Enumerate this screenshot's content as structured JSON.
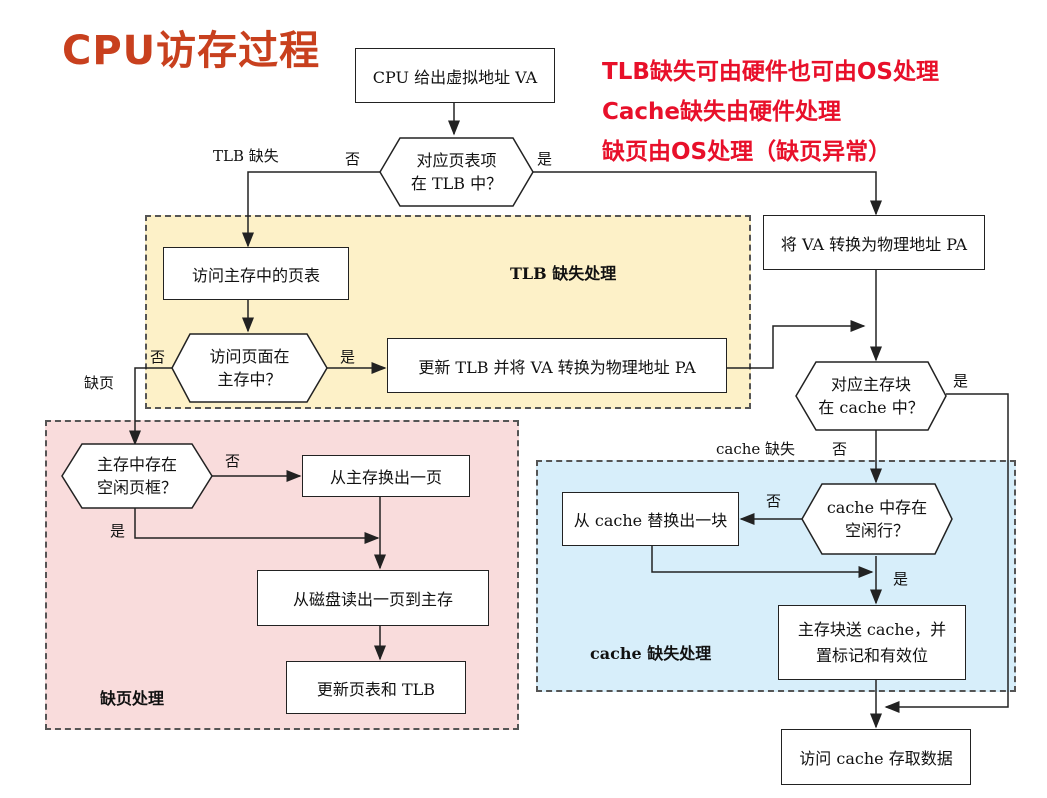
{
  "title": "CPU访存过程",
  "notes": [
    "TLB缺失可由硬件也可由OS处理",
    "Cache缺失由硬件处理",
    "缺页由OS处理（缺页异常）"
  ],
  "colors": {
    "title": "#c8401e",
    "notes": "#e8102a",
    "tlb_region": "#fdf1c8",
    "page_fault_region": "#f9dcdc",
    "cache_region": "#d7eefa"
  },
  "nodes": {
    "start": "CPU 给出虚拟地址 VA",
    "tlb_hit_q": [
      "对应页表项",
      "在 TLB 中？"
    ],
    "va_to_pa": "将 VA 转换为物理地址 PA",
    "access_page_table": "访问主存中的页表",
    "page_in_mem_q": [
      "访问页面在",
      "主存中？"
    ],
    "update_tlb": "更新 TLB 并将 VA 转换为物理地址 PA",
    "free_frame_q": [
      "主存中存在",
      "空闲页框？"
    ],
    "swap_out_page": "从主存换出一页",
    "read_page_from_disk": "从磁盘读出一页到主存",
    "update_pt_tlb": "更新页表和 TLB",
    "cache_hit_q": [
      "对应主存块",
      "在 cache 中？"
    ],
    "free_line_q": [
      "cache 中存在",
      "空闲行？"
    ],
    "evict_block": "从 cache 替换出一块",
    "send_block": [
      "主存块送 cache，并",
      "置标记和有效位"
    ],
    "access_cache": "访问 cache 存取数据"
  },
  "labels": {
    "tlb_miss": "TLB 缺失",
    "no": "否",
    "yes": "是",
    "page_fault": "缺页",
    "cache_miss": "cache 缺失"
  },
  "regions": {
    "tlb": "TLB 缺失处理",
    "page_fault": "缺页处理",
    "cache": "cache 缺失处理"
  }
}
